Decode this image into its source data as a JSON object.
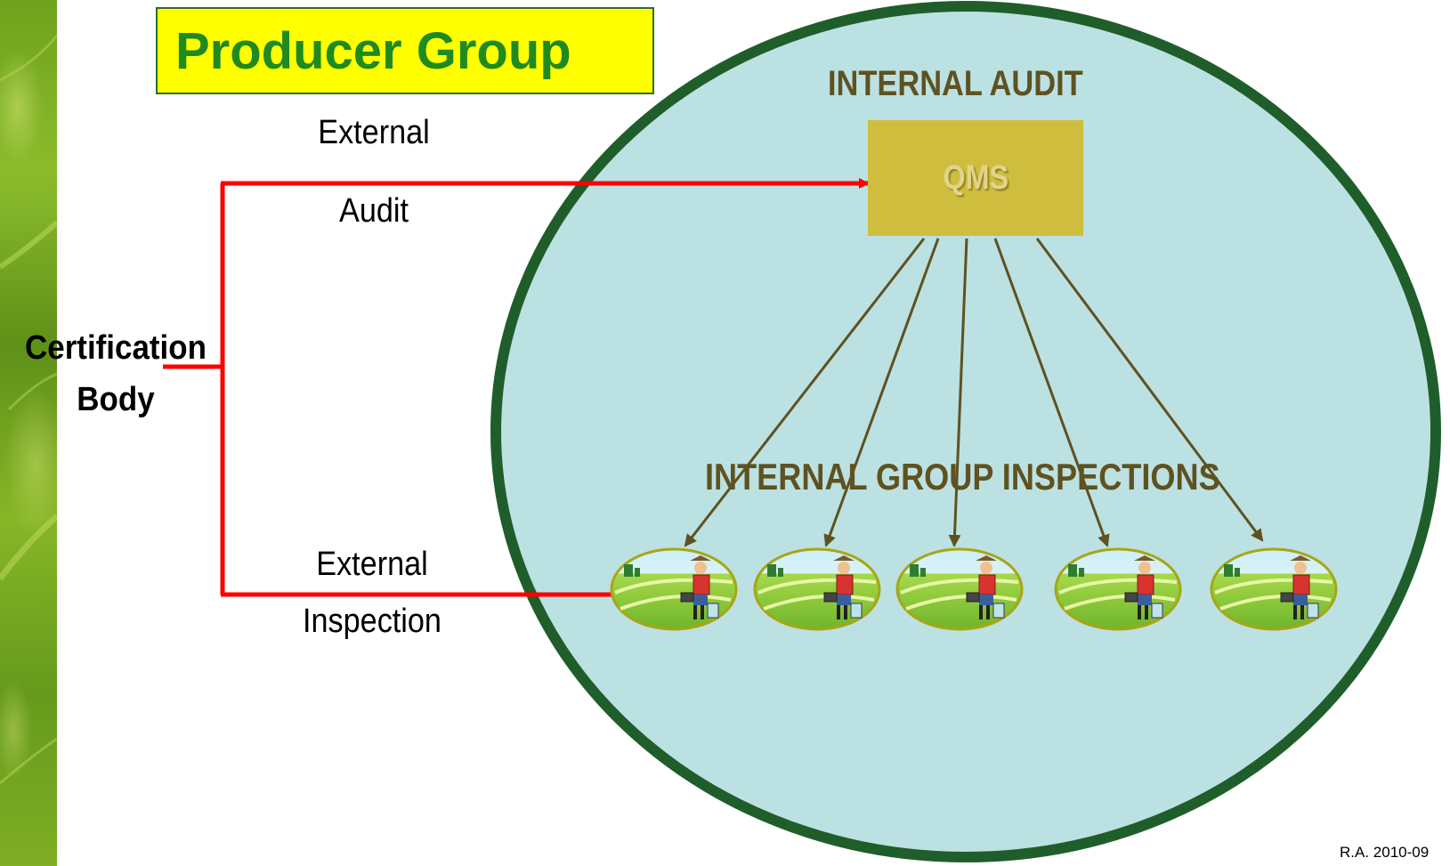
{
  "title": "Producer Group",
  "external_audit": {
    "line1": "External",
    "line2": "Audit"
  },
  "external_inspection": {
    "line1": "External",
    "line2": "Inspection"
  },
  "certification_body": {
    "line1": "Certification",
    "line2": "Body"
  },
  "internal_audit": "INTERNAL AUDIT",
  "qms": "QMS",
  "internal_group_inspections": "INTERNAL GROUP INSPECTIONS",
  "credit": "R.A. 2010-09",
  "farms": [
    "farm-1",
    "farm-2",
    "farm-3",
    "farm-4",
    "farm-5"
  ],
  "colors": {
    "title_bg": "#ffff00",
    "title_text": "#1f8a1f",
    "circle_fill": "#bce1e3",
    "circle_border": "#1f5e2a",
    "arrow_red": "#ff0000",
    "arrow_olive": "#5e5220",
    "qms_box": "#cfbe3e"
  }
}
